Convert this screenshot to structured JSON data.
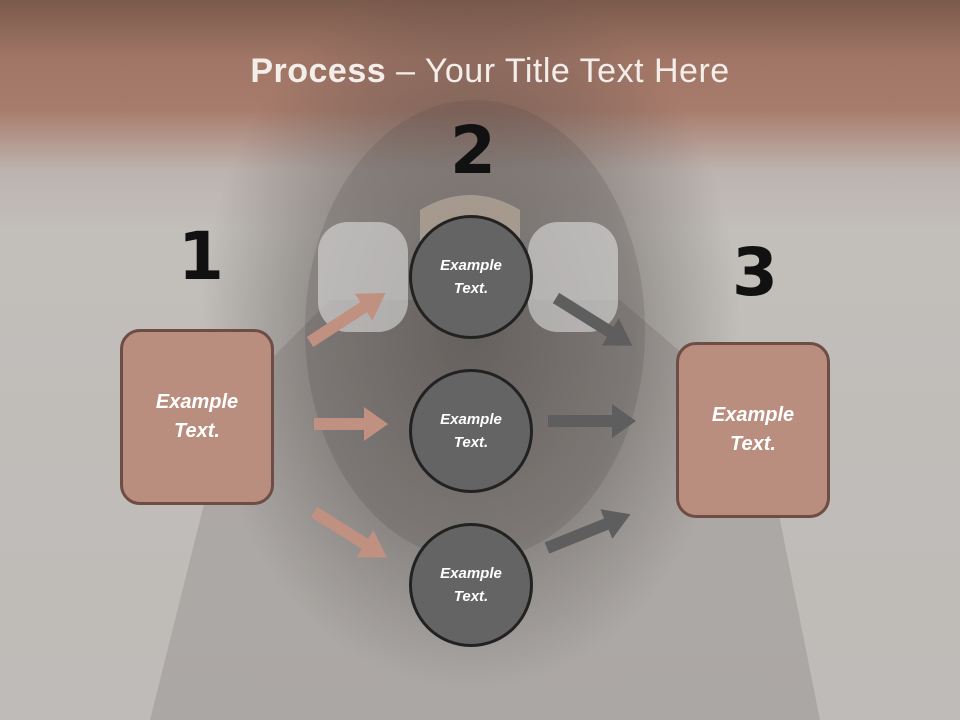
{
  "slide": {
    "title_bold": "Process",
    "title_rest": " – Your Title Text Here"
  },
  "steps": [
    {
      "number": "1",
      "label": "Example\nText."
    },
    {
      "number": "2",
      "label": "Example\nText."
    },
    {
      "number": "3",
      "label": "Example\nText."
    }
  ],
  "middle_circles": [
    {
      "label": "Example\nText."
    },
    {
      "label": "Example\nText."
    },
    {
      "label": "Example\nText."
    }
  ],
  "colors": {
    "box_fill": "#b98e7e",
    "box_border": "#6e4d45",
    "circle_fill": "#646464",
    "circle_border": "#222222",
    "arrow_left": "#c09080",
    "arrow_right": "#5e5e5e",
    "header_band": "#a27666"
  }
}
